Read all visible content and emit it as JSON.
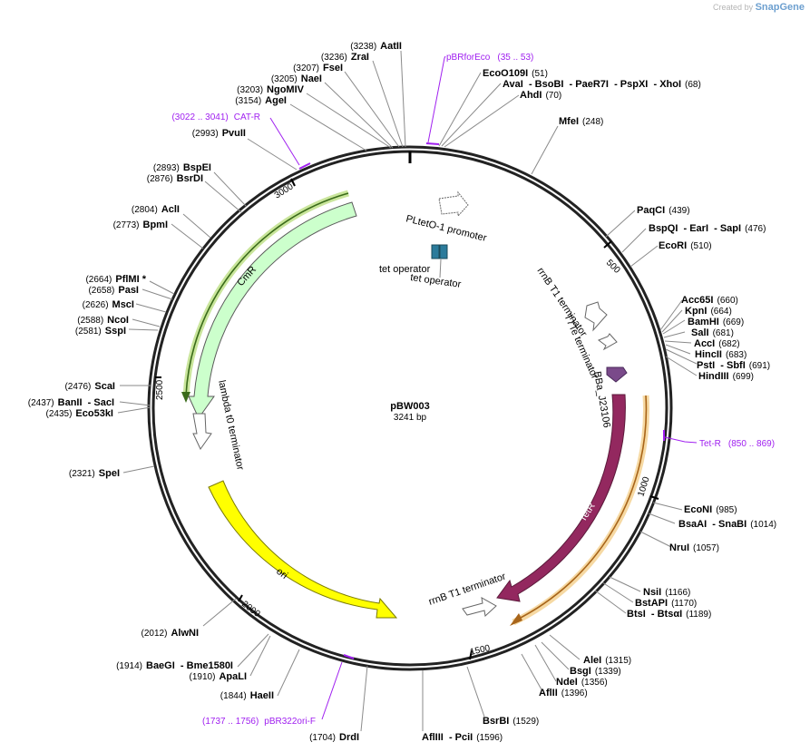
{
  "credit": {
    "prefix": "Created by",
    "brand": "SnapGene"
  },
  "plasmid": {
    "name": "pBW003",
    "size_label": "3241 bp",
    "length": 3241
  },
  "ticks": [
    "500",
    "1000",
    "1500",
    "2000",
    "2500",
    "3000"
  ],
  "sites": [
    {
      "names": "AatII",
      "pos": "(3238)"
    },
    {
      "names": "ZraI",
      "pos": "(3236)"
    },
    {
      "names": "FseI",
      "pos": "(3207)"
    },
    {
      "names": "NaeI",
      "pos": "(3205)"
    },
    {
      "names": "NgoMIV",
      "pos": "(3203)"
    },
    {
      "names": "AgeI",
      "pos": "(3154)"
    },
    {
      "names": "PvuII",
      "pos": "(2993)"
    },
    {
      "names": "BspEI",
      "pos": "(2893)"
    },
    {
      "names": "BsrDI",
      "pos": "(2876)"
    },
    {
      "names": "AclI",
      "pos": "(2804)"
    },
    {
      "names": "BpmI",
      "pos": "(2773)"
    },
    {
      "names": "PflMI *",
      "pos": "(2664)"
    },
    {
      "names": "PasI",
      "pos": "(2658)"
    },
    {
      "names": "MscI",
      "pos": "(2626)"
    },
    {
      "names": "NcoI",
      "pos": "(2588)"
    },
    {
      "names": "SspI",
      "pos": "(2581)"
    },
    {
      "names": "ScaI",
      "pos": "(2476)"
    },
    {
      "names": "BanII  - SacI",
      "pos": "(2437)"
    },
    {
      "names": "Eco53kI",
      "pos": "(2435)"
    },
    {
      "names": "SpeI",
      "pos": "(2321)"
    },
    {
      "names": "AlwNI",
      "pos": "(2012)"
    },
    {
      "names": "BaeGI  - Bme1580I",
      "pos": "(1914)"
    },
    {
      "names": "ApaLI",
      "pos": "(1910)"
    },
    {
      "names": "HaeII",
      "pos": "(1844)"
    },
    {
      "names": "DrdI",
      "pos": "(1704)"
    },
    {
      "names": "AflIII  - PciI",
      "pos": "(1596)"
    },
    {
      "names": "BsrBI",
      "pos": "(1529)"
    },
    {
      "names": "AflII",
      "pos": "(1396)"
    },
    {
      "names": "NdeI",
      "pos": "(1356)"
    },
    {
      "names": "BsgI",
      "pos": "(1339)"
    },
    {
      "names": "AleI",
      "pos": "(1315)"
    },
    {
      "names": "BtsI  - BtsαI",
      "pos": "(1189)"
    },
    {
      "names": "BstAPI",
      "pos": "(1170)"
    },
    {
      "names": "NsiI",
      "pos": "(1166)"
    },
    {
      "names": "NruI",
      "pos": "(1057)"
    },
    {
      "names": "BsaAI  - SnaBI",
      "pos": "(1014)"
    },
    {
      "names": "EcoNI",
      "pos": "(985)"
    },
    {
      "names": "HindIII",
      "pos": "(699)"
    },
    {
      "names": "PstI  - SbfI",
      "pos": "(691)"
    },
    {
      "names": "AccI",
      "pos": "(682)"
    },
    {
      "names": "HincII",
      "pos": "(683)"
    },
    {
      "names": "SalI",
      "pos": "(681)"
    },
    {
      "names": "BamHI",
      "pos": "(669)"
    },
    {
      "names": "KpnI",
      "pos": "(664)"
    },
    {
      "names": "Acc65I",
      "pos": "(660)"
    },
    {
      "names": "EcoRI",
      "pos": "(510)"
    },
    {
      "names": "BspQI  - EarI  - SapI",
      "pos": "(476)"
    },
    {
      "names": "PaqCI",
      "pos": "(439)"
    },
    {
      "names": "MfeI",
      "pos": "(248)"
    },
    {
      "names": "AhdI",
      "pos": "(70)"
    },
    {
      "names": "AvaI  - BsoBI  - PaeR7I  - PspXI  - XhoI",
      "pos": "(68)"
    },
    {
      "names": "EcoO109I",
      "pos": "(51)"
    }
  ],
  "primers": [
    {
      "name": "pBRforEco",
      "range": "(35 .. 53)"
    },
    {
      "name": "CAT-R",
      "range": "(3022 .. 3041)"
    },
    {
      "name": "Tet-R",
      "range": "(850 .. 869)"
    },
    {
      "name": "pBR322ori-F",
      "range": "(1737 .. 1756)"
    }
  ],
  "features": {
    "pltet": "PLtetO-1 promoter",
    "tetop1": "tet operator",
    "tetop2": "tet operator",
    "rrnb1": "rrnB T1 terminator",
    "t7te": "T7Te terminator",
    "bba": "BBa_J23106",
    "tetr": "TetR",
    "rrnb2": "rrnB T1 terminator",
    "ori": "ori",
    "lambda": "lambda t0 terminator",
    "cmr": "CmR"
  },
  "colors": {
    "tetr": "#93285f",
    "ori": "#ffff00",
    "cmr": "#ccffcc",
    "tet_operator": "#2b7b9b",
    "bba": "#7a4a8a",
    "primer": "#a020f0",
    "orf_tetr": "#f6d9a3",
    "orf_cmr": "#c9e59b"
  }
}
